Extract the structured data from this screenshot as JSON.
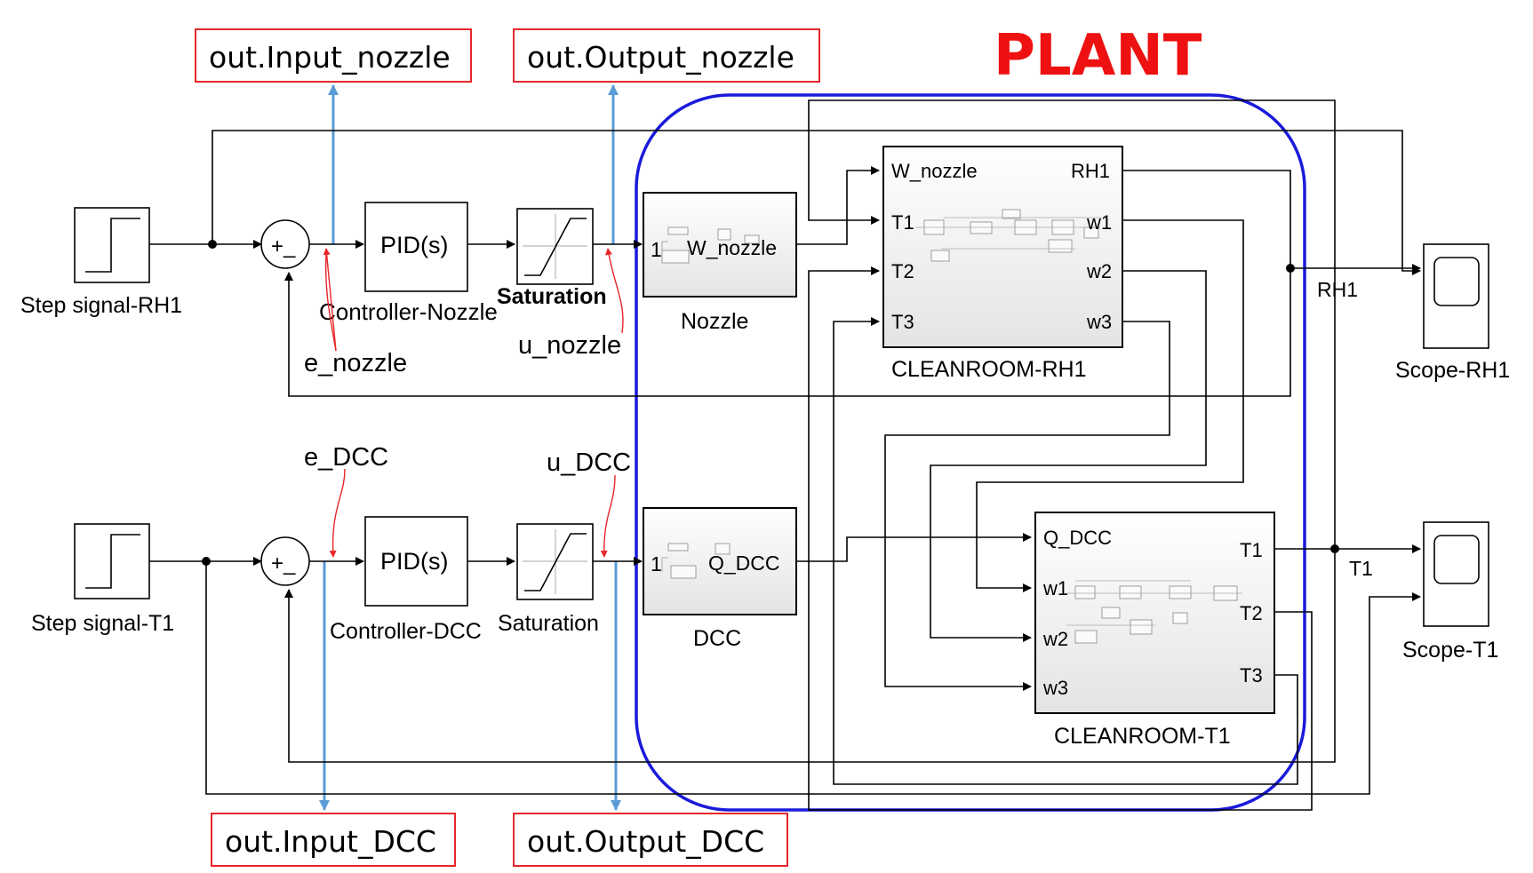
{
  "plant_label": "PLANT",
  "outputs": {
    "input_nozzle": "out.Input_nozzle",
    "output_nozzle": "out.Output_nozzle",
    "input_dcc": "out.Input_DCC",
    "output_dcc": "out.Output_DCC"
  },
  "sum_sign": "+_",
  "blocks": {
    "step_rh1": "Step signal-RH1",
    "step_t1": "Step signal-T1",
    "pid_label": "PID(s)",
    "controller_nozzle": "Controller-Nozzle",
    "controller_dcc": "Controller-DCC",
    "saturation_top": "Saturation",
    "saturation_bottom": "Saturation",
    "nozzle": "Nozzle",
    "nozzle_port_in": "1",
    "nozzle_port_out": "W_nozzle",
    "dcc": "DCC",
    "dcc_port_in": "1",
    "dcc_port_out": "Q_DCC",
    "cleanroom_rh1": "CLEANROOM-RH1",
    "cleanroom_t1": "CLEANROOM-T1",
    "scope_rh1": "Scope-RH1",
    "scope_t1": "Scope-T1"
  },
  "cleanroom_rh1_ports": {
    "inputs": [
      "W_nozzle",
      "T1",
      "T2",
      "T3"
    ],
    "outputs": [
      "RH1",
      "w1",
      "w2",
      "w3"
    ]
  },
  "cleanroom_t1_ports": {
    "inputs": [
      "Q_DCC",
      "w1",
      "w2",
      "w3"
    ],
    "outputs": [
      "T1",
      "T2",
      "T3"
    ]
  },
  "signals": {
    "e_nozzle": "e_nozzle",
    "u_nozzle": "u_nozzle",
    "e_dcc": "e_DCC",
    "u_dcc": "u_DCC",
    "rh1": "RH1",
    "t1": "T1"
  },
  "colors": {
    "plant_border": "#1a1adb",
    "plant_text": "#ee1111",
    "out_box_border": "#e8262a",
    "logged_signal": "#5b9bd5",
    "test_point": "#e8262a"
  }
}
